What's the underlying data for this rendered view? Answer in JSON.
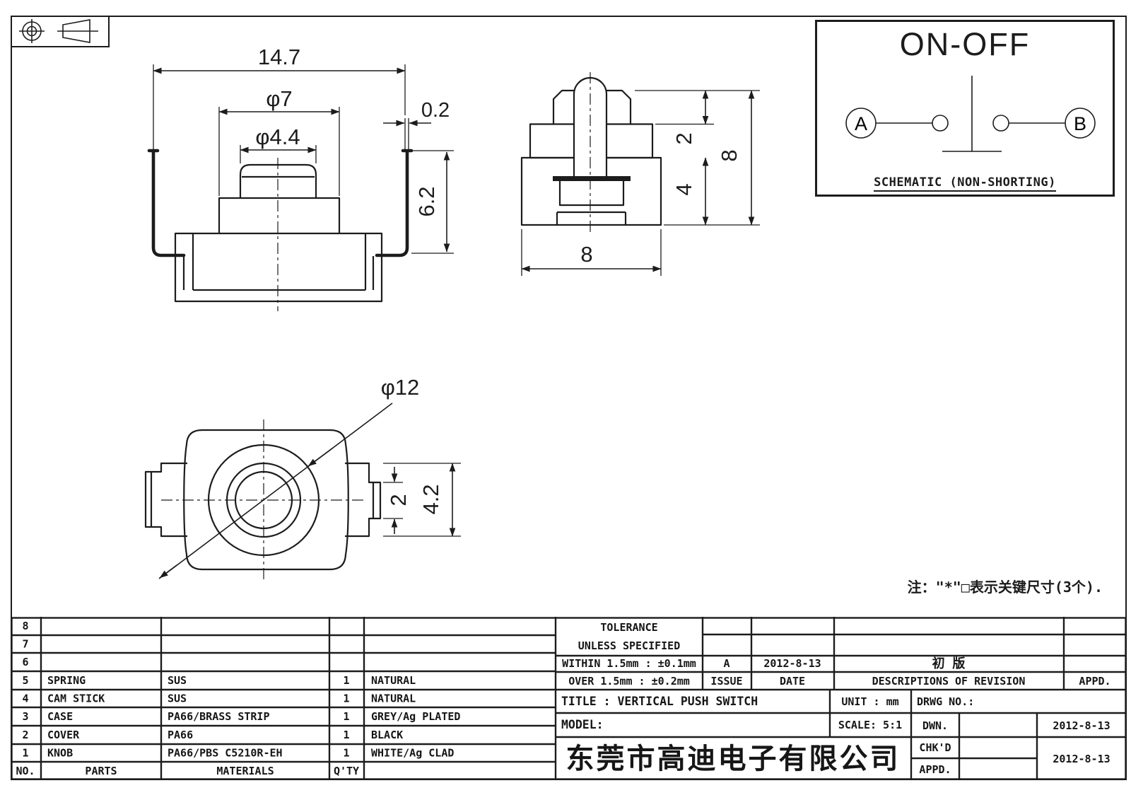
{
  "drawing": {
    "note": "注：\"*\"□表示关键尺寸(3个).",
    "views": {
      "front": {
        "overall_width": "14.7",
        "step_dia": "φ7",
        "knob_dia": "φ4.4",
        "terminal_thickness": "0.2",
        "upper_height": "6.2"
      },
      "side": {
        "cover_height": "2",
        "body_height": "4",
        "total_height": "8",
        "body_width": "8"
      },
      "bottom": {
        "body_dia": "φ12",
        "terminal_width": "2",
        "terminal_span": "4.2"
      }
    },
    "schematic": {
      "function": "ON-OFF",
      "terminal_a": "A",
      "terminal_b": "B",
      "caption": "SCHEMATIC (NON-SHORTING)"
    }
  },
  "parts_table": {
    "headers": {
      "no": "NO.",
      "parts": "PARTS",
      "materials": "MATERIALS",
      "qty": "Q'TY"
    },
    "rows": [
      {
        "no": "8",
        "parts": "",
        "materials": "",
        "qty": "",
        "finish": ""
      },
      {
        "no": "7",
        "parts": "",
        "materials": "",
        "qty": "",
        "finish": ""
      },
      {
        "no": "6",
        "parts": "",
        "materials": "",
        "qty": "",
        "finish": ""
      },
      {
        "no": "5",
        "parts": "SPRING",
        "materials": "SUS",
        "qty": "1",
        "finish": "NATURAL"
      },
      {
        "no": "4",
        "parts": "CAM STICK",
        "materials": "SUS",
        "qty": "1",
        "finish": "NATURAL"
      },
      {
        "no": "3",
        "parts": "CASE",
        "materials": "PA66/BRASS STRIP",
        "qty": "1",
        "finish": "GREY/Ag PLATED"
      },
      {
        "no": "2",
        "parts": "COVER",
        "materials": "PA66",
        "qty": "1",
        "finish": "BLACK"
      },
      {
        "no": "1",
        "parts": "KNOB",
        "materials": "PA66/PBS C5210R-EH",
        "qty": "1",
        "finish": "WHITE/Ag CLAD"
      }
    ]
  },
  "tolerance_block": {
    "title": "TOLERANCE",
    "subtitle": "UNLESS  SPECIFIED",
    "within": "WITHIN 1.5mm : ±0.1mm",
    "over": "OVER 1.5mm : ±0.2mm"
  },
  "revision_block": {
    "issue_value": "A",
    "date_value": "2012-8-13",
    "description_value": "初 版",
    "issue_label": "ISSUE",
    "date_label": "DATE",
    "description_label": "DESCRIPTIONS OF REVISION",
    "appd_label": "APPD."
  },
  "title_block": {
    "title": "TITLE :  VERTICAL PUSH SWITCH",
    "unit": "UNIT :  mm",
    "drwg_no": "DRWG NO.:",
    "model": "MODEL:",
    "scale": "SCALE:  5:1",
    "dwn_label": "DWN.",
    "chkd_label": "CHK'D",
    "appd_label": "APPD.",
    "dwn_date": "2012-8-13",
    "chkd_date": "2012-8-13",
    "company": "东莞市高迪电子有限公司"
  }
}
